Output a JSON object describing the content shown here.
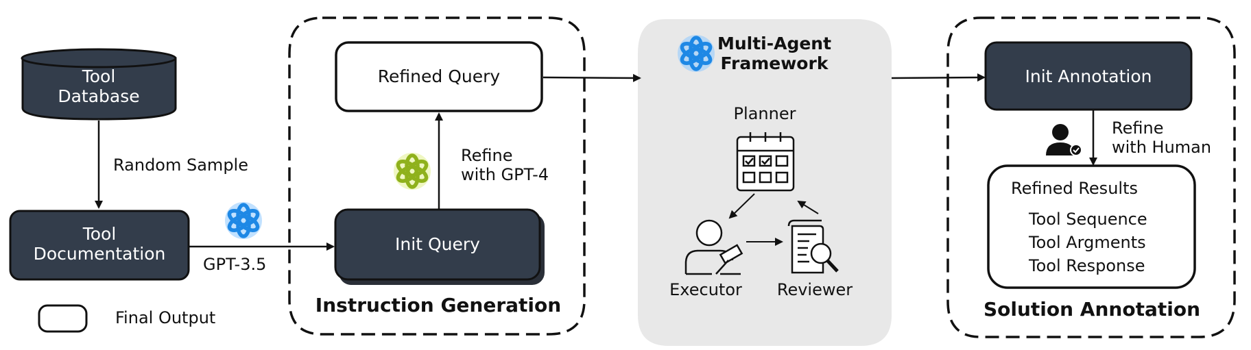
{
  "tool_database": {
    "line1": "Tool",
    "line2": "Database"
  },
  "random_sample": "Random Sample",
  "tool_documentation": {
    "line1": "Tool",
    "line2": "Documentation"
  },
  "gpt35_label": "GPT-3.5",
  "legend": {
    "label": "Final Output"
  },
  "instruction_generation": {
    "title": "Instruction Generation",
    "refined_query": "Refined Query",
    "init_query": "Init Query",
    "refine_note": {
      "line1": "Refine",
      "line2": "with GPT-4"
    }
  },
  "framework": {
    "title_line1": "Multi-Agent",
    "title_line2": "Framework",
    "planner": "Planner",
    "executor": "Executor",
    "reviewer": "Reviewer"
  },
  "solution_annotation": {
    "title": "Solution Annotation",
    "init_annotation": "Init Annotation",
    "refine_note": {
      "line1": "Refine",
      "line2": "with Human"
    },
    "results_title": "Refined Results",
    "results_items": [
      "Tool Sequence",
      "Tool Argments",
      "Tool Response"
    ]
  },
  "colors": {
    "dark_box": "#333d4b",
    "framework_bg": "#e8e8e8",
    "openai_blue": "#1e88e5",
    "openai_green": "#b5d334"
  },
  "icons": [
    "openai-logo-icon",
    "calendar-icon",
    "executor-person-gavel-icon",
    "reviewer-document-magnifier-icon",
    "human-user-check-icon"
  ]
}
